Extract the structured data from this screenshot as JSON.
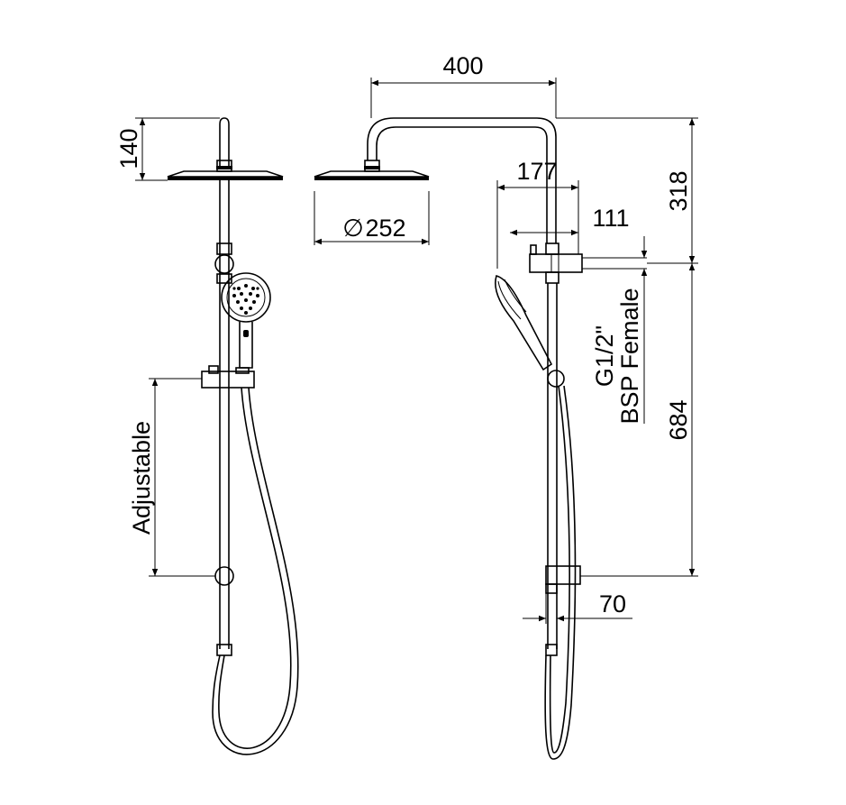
{
  "dimensions": {
    "width_400": "400",
    "height_140": "140",
    "diameter_symbol": "∅",
    "diameter_252": "252",
    "offset_177": "177",
    "offset_111": "111",
    "height_318": "318",
    "height_684": "684",
    "depth_70": "70",
    "adjustable": "Adjustable",
    "inlet_line1": "G1/2\"",
    "inlet_line2": "BSP Female"
  }
}
